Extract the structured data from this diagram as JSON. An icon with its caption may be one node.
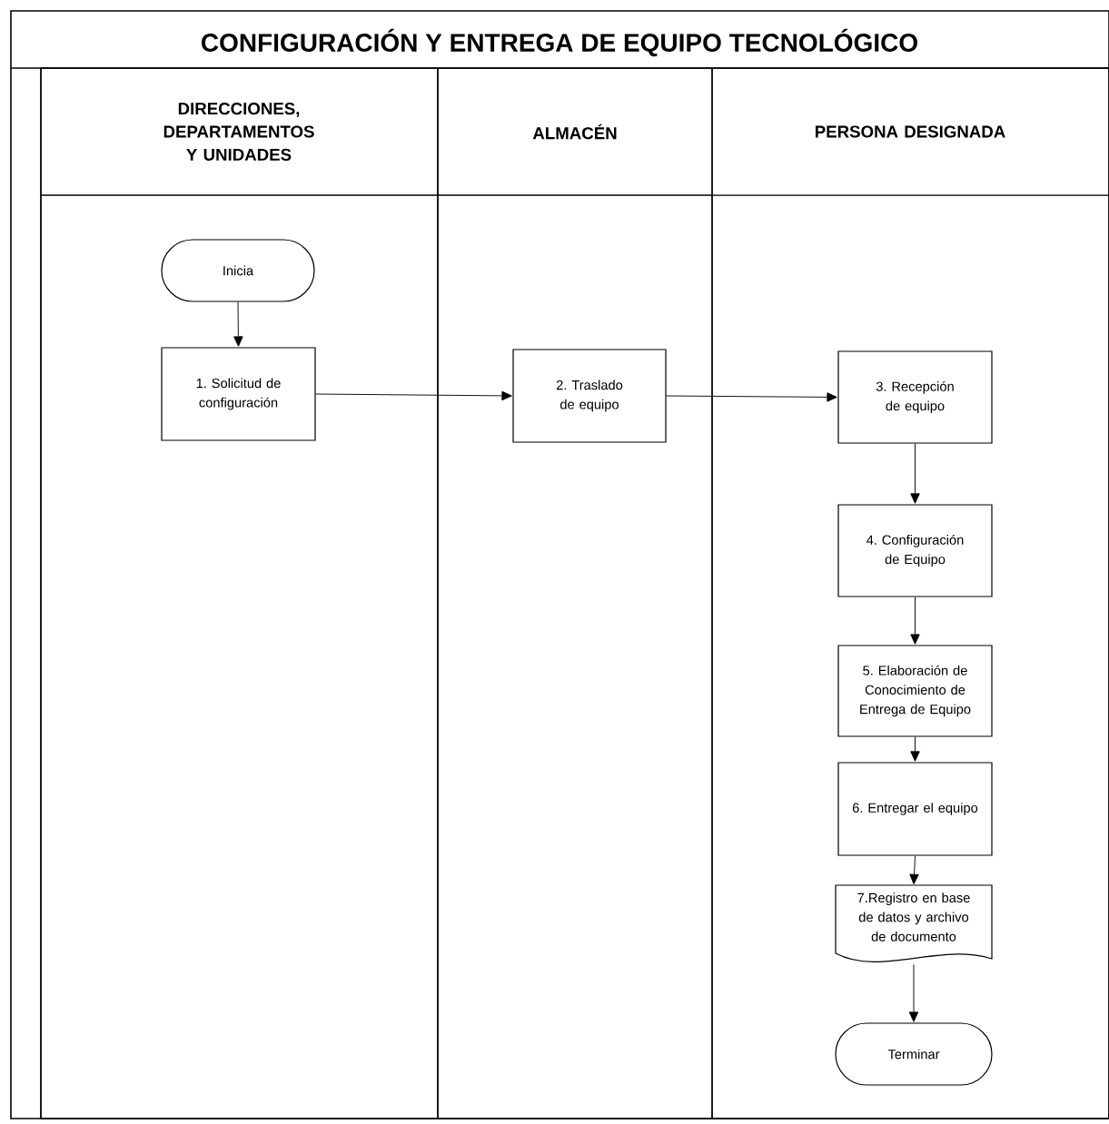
{
  "diagram": {
    "title": "CONFIGURACIÓN Y ENTREGA DE EQUIPO TECNOLÓGICO",
    "nodes": [
      {
        "text": [
          "DIRECCIONES, DEPARTAMENTOS Y UNIDADES"
        ]
      },
      {
        "text": [
          "ALMACÉN"
        ]
      },
      {
        "text": [
          "PERSONA DESIGNADA"
        ]
      },
      {
        "text": [
          "Inicia"
        ],
        "in": 0
      },
      {
        "text": [
          "1. Solicitud de configuración"
        ],
        "in": 0
      },
      {
        "text": [
          "2. Traslado de equipo"
        ],
        "in": 1
      },
      {
        "text": [
          "3. Recepción de equipo"
        ],
        "in": 2
      },
      {
        "text": [
          "4. Configuración de Equipo"
        ],
        "in": 2
      },
      {
        "text": [
          "5. Elaboración de Conocimiento de Entrega de Equipo"
        ],
        "in": 2
      },
      {
        "text": [
          "6. Entregar el equipo"
        ],
        "in": 2
      },
      {
        "text": [
          "7.Registro en base de datos y archivo de documento"
        ],
        "in": 2
      },
      {
        "text": [
          "Terminar"
        ],
        "in": 2
      }
    ],
    "edges": [
      {
        "from": 3,
        "to": 4,
        "arrow": "to"
      },
      {
        "from": 4,
        "to": 5,
        "arrow": "to"
      },
      {
        "from": 5,
        "to": 6,
        "arrow": "to"
      },
      {
        "from": 6,
        "to": 7,
        "arrow": "to"
      },
      {
        "from": 7,
        "to": 8,
        "arrow": "to"
      },
      {
        "from": 8,
        "to": 9,
        "arrow": "to"
      },
      {
        "from": 9,
        "to": 10,
        "arrow": "to"
      },
      {
        "from": 10,
        "to": 11,
        "arrow": "to"
      }
    ]
  }
}
